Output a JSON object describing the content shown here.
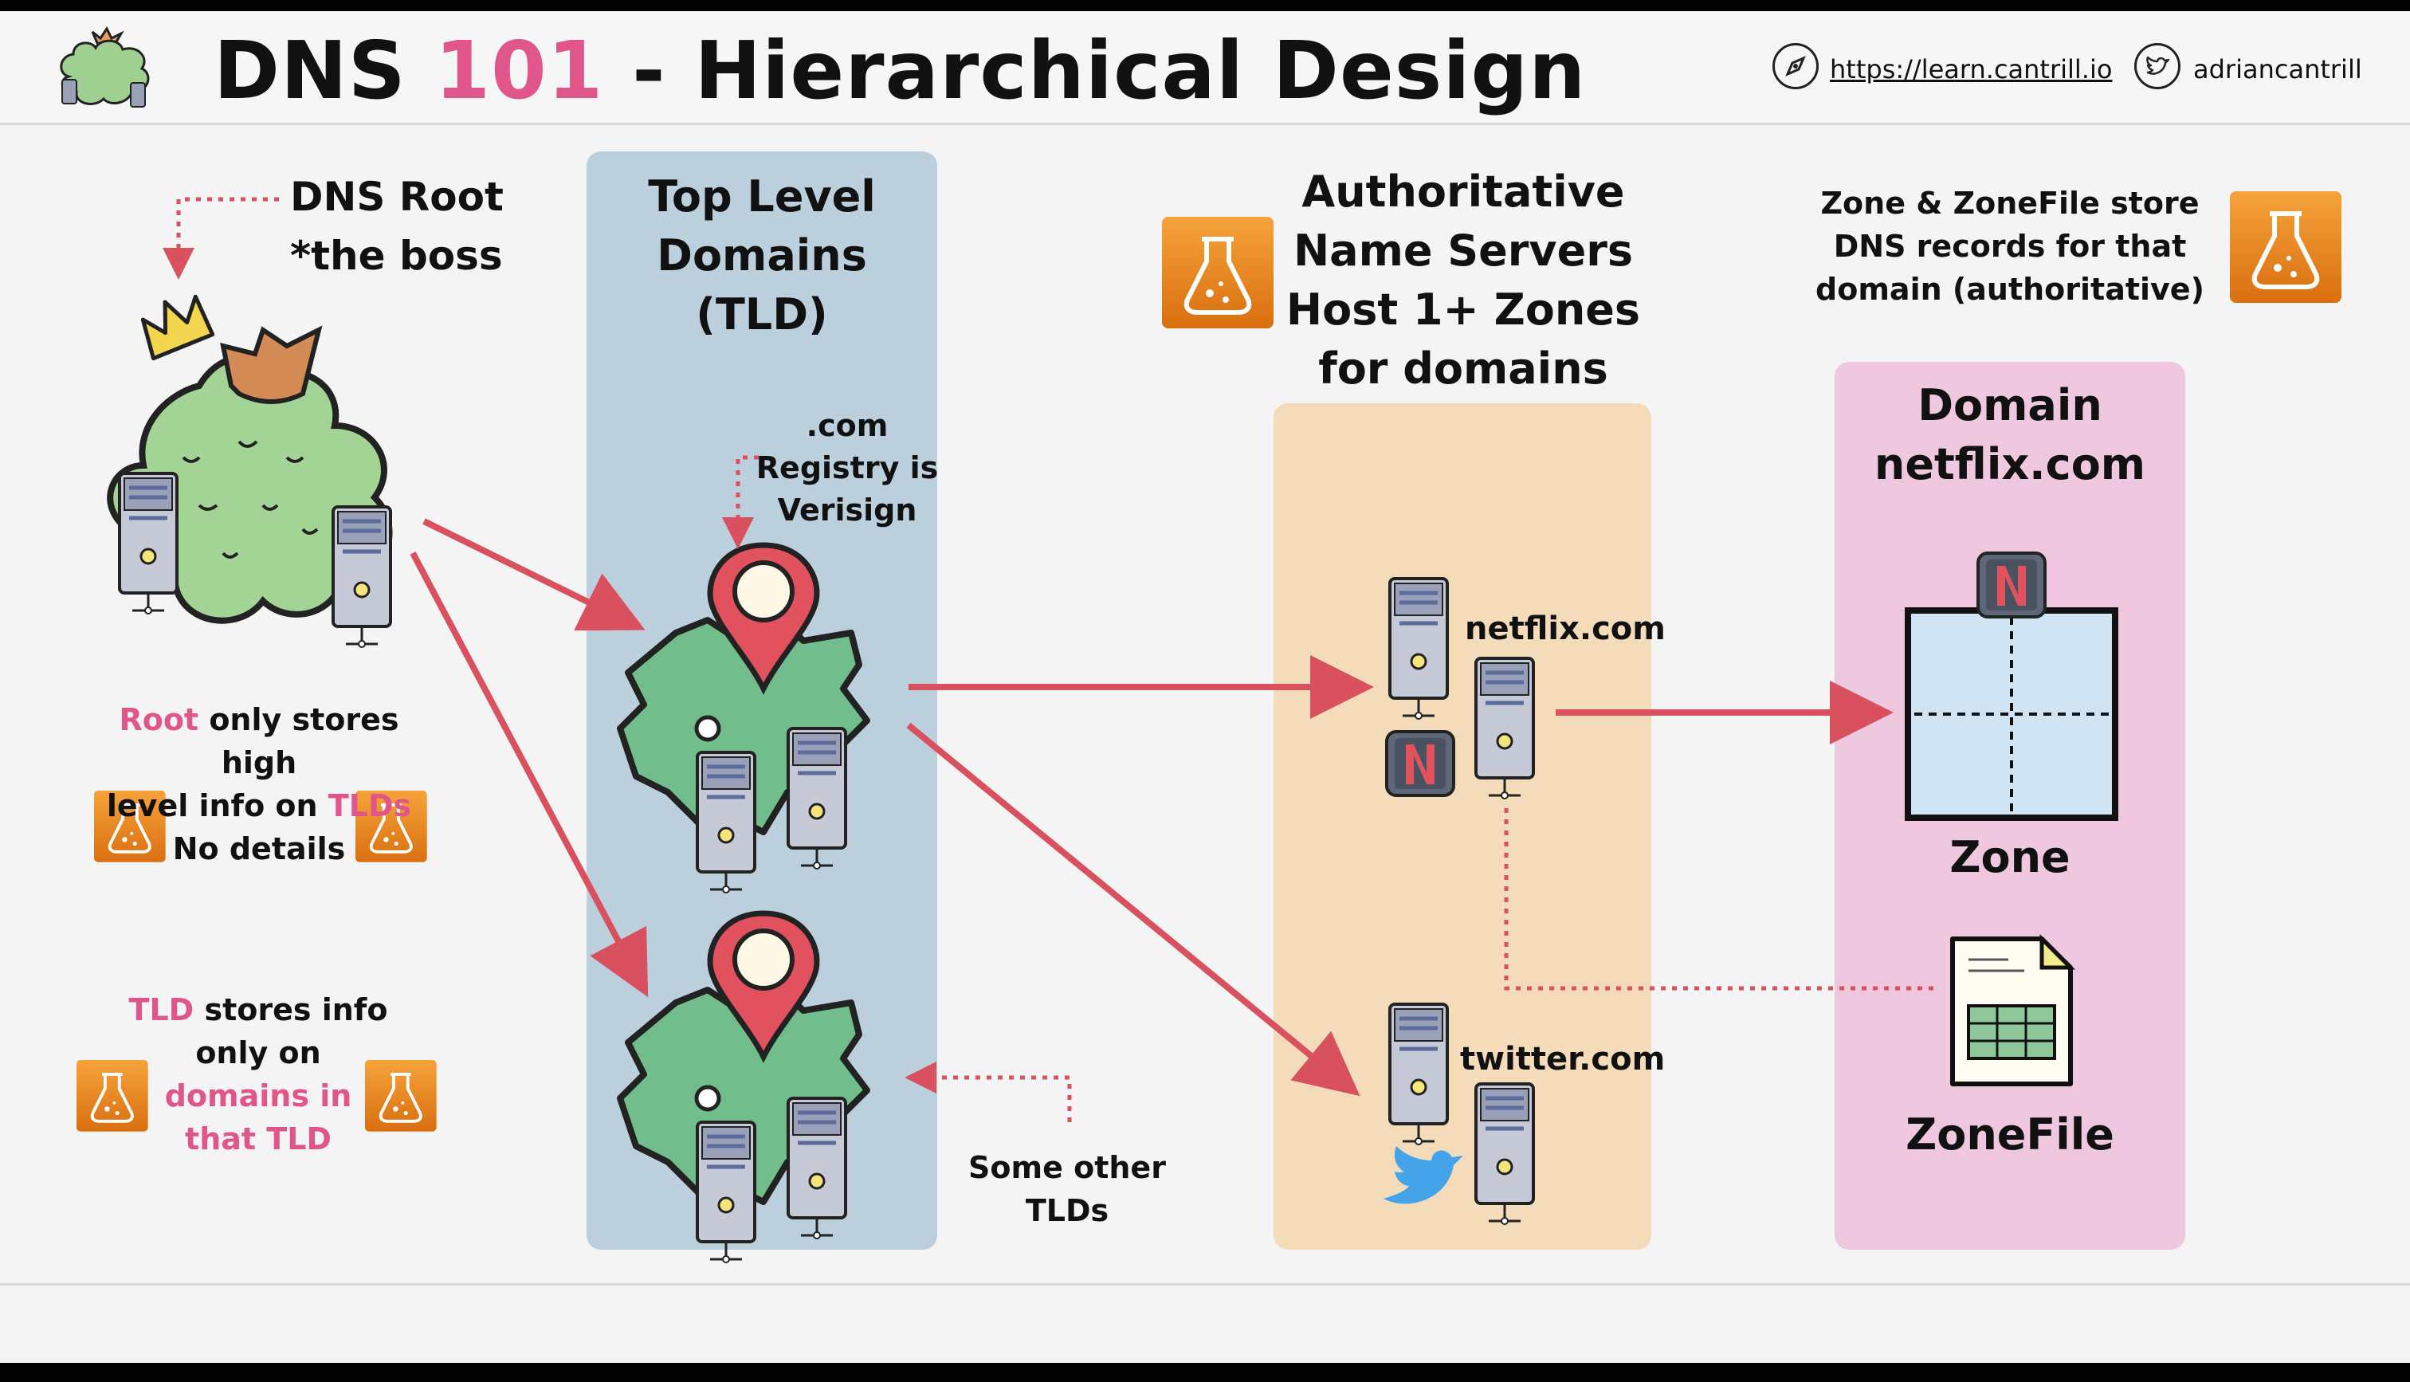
{
  "header": {
    "title_prefix": "DNS ",
    "title_number": "101",
    "title_suffix": " - Hierarchical Design",
    "link": "https://learn.cantrill.io",
    "twitter_handle": "adriancantrill"
  },
  "root": {
    "label_line1": "DNS Root",
    "label_line2": "*the boss",
    "note_word": "Root",
    "note_rest_line1": " only stores high",
    "note_line2_prefix": "level info on ",
    "note_line2_hl": "TLDs",
    "note_line3": "No details"
  },
  "tld": {
    "header_line1": "Top Level",
    "header_line2": "Domains",
    "header_line3": "(TLD)",
    "com_line1": ".com",
    "com_line2": "Registry is",
    "com_line3": "Verisign",
    "other_line1": "Some other",
    "other_line2": "TLDs",
    "note_hl": "TLD",
    "note_rest": " stores info",
    "note_line2": "only on",
    "note_line3": "domains in",
    "note_line4": "that TLD"
  },
  "auth": {
    "header_line1": "Authoritative",
    "header_line2": "Name Servers",
    "header_line3": "Host 1+ Zones",
    "header_line4": "for domains",
    "server1": "netflix.com",
    "server2": "twitter.com"
  },
  "zone": {
    "note_line1": "Zone & ZoneFile store",
    "note_line2": "DNS records for that",
    "note_line3": "domain (authoritative)",
    "domain_line1": "Domain",
    "domain_line2": "netflix.com",
    "zone_label": "Zone",
    "zonefile_label": "ZoneFile"
  },
  "colors": {
    "accent_pink": "#e0558a",
    "arrow_red": "#d9505e",
    "tld_column": "#bccfdc",
    "auth_column": "#f4dcbb",
    "zone_column": "#efc8df",
    "lab_orange": "#ee8a1c",
    "map_green": "#72bd8c"
  },
  "icons": [
    "logo-bush-icon",
    "compass-icon",
    "twitter-icon",
    "lab-flask-icon",
    "crown-icon",
    "map-pin-icon",
    "server-icon",
    "netflix-icon",
    "zone-icon",
    "zonefile-icon"
  ]
}
